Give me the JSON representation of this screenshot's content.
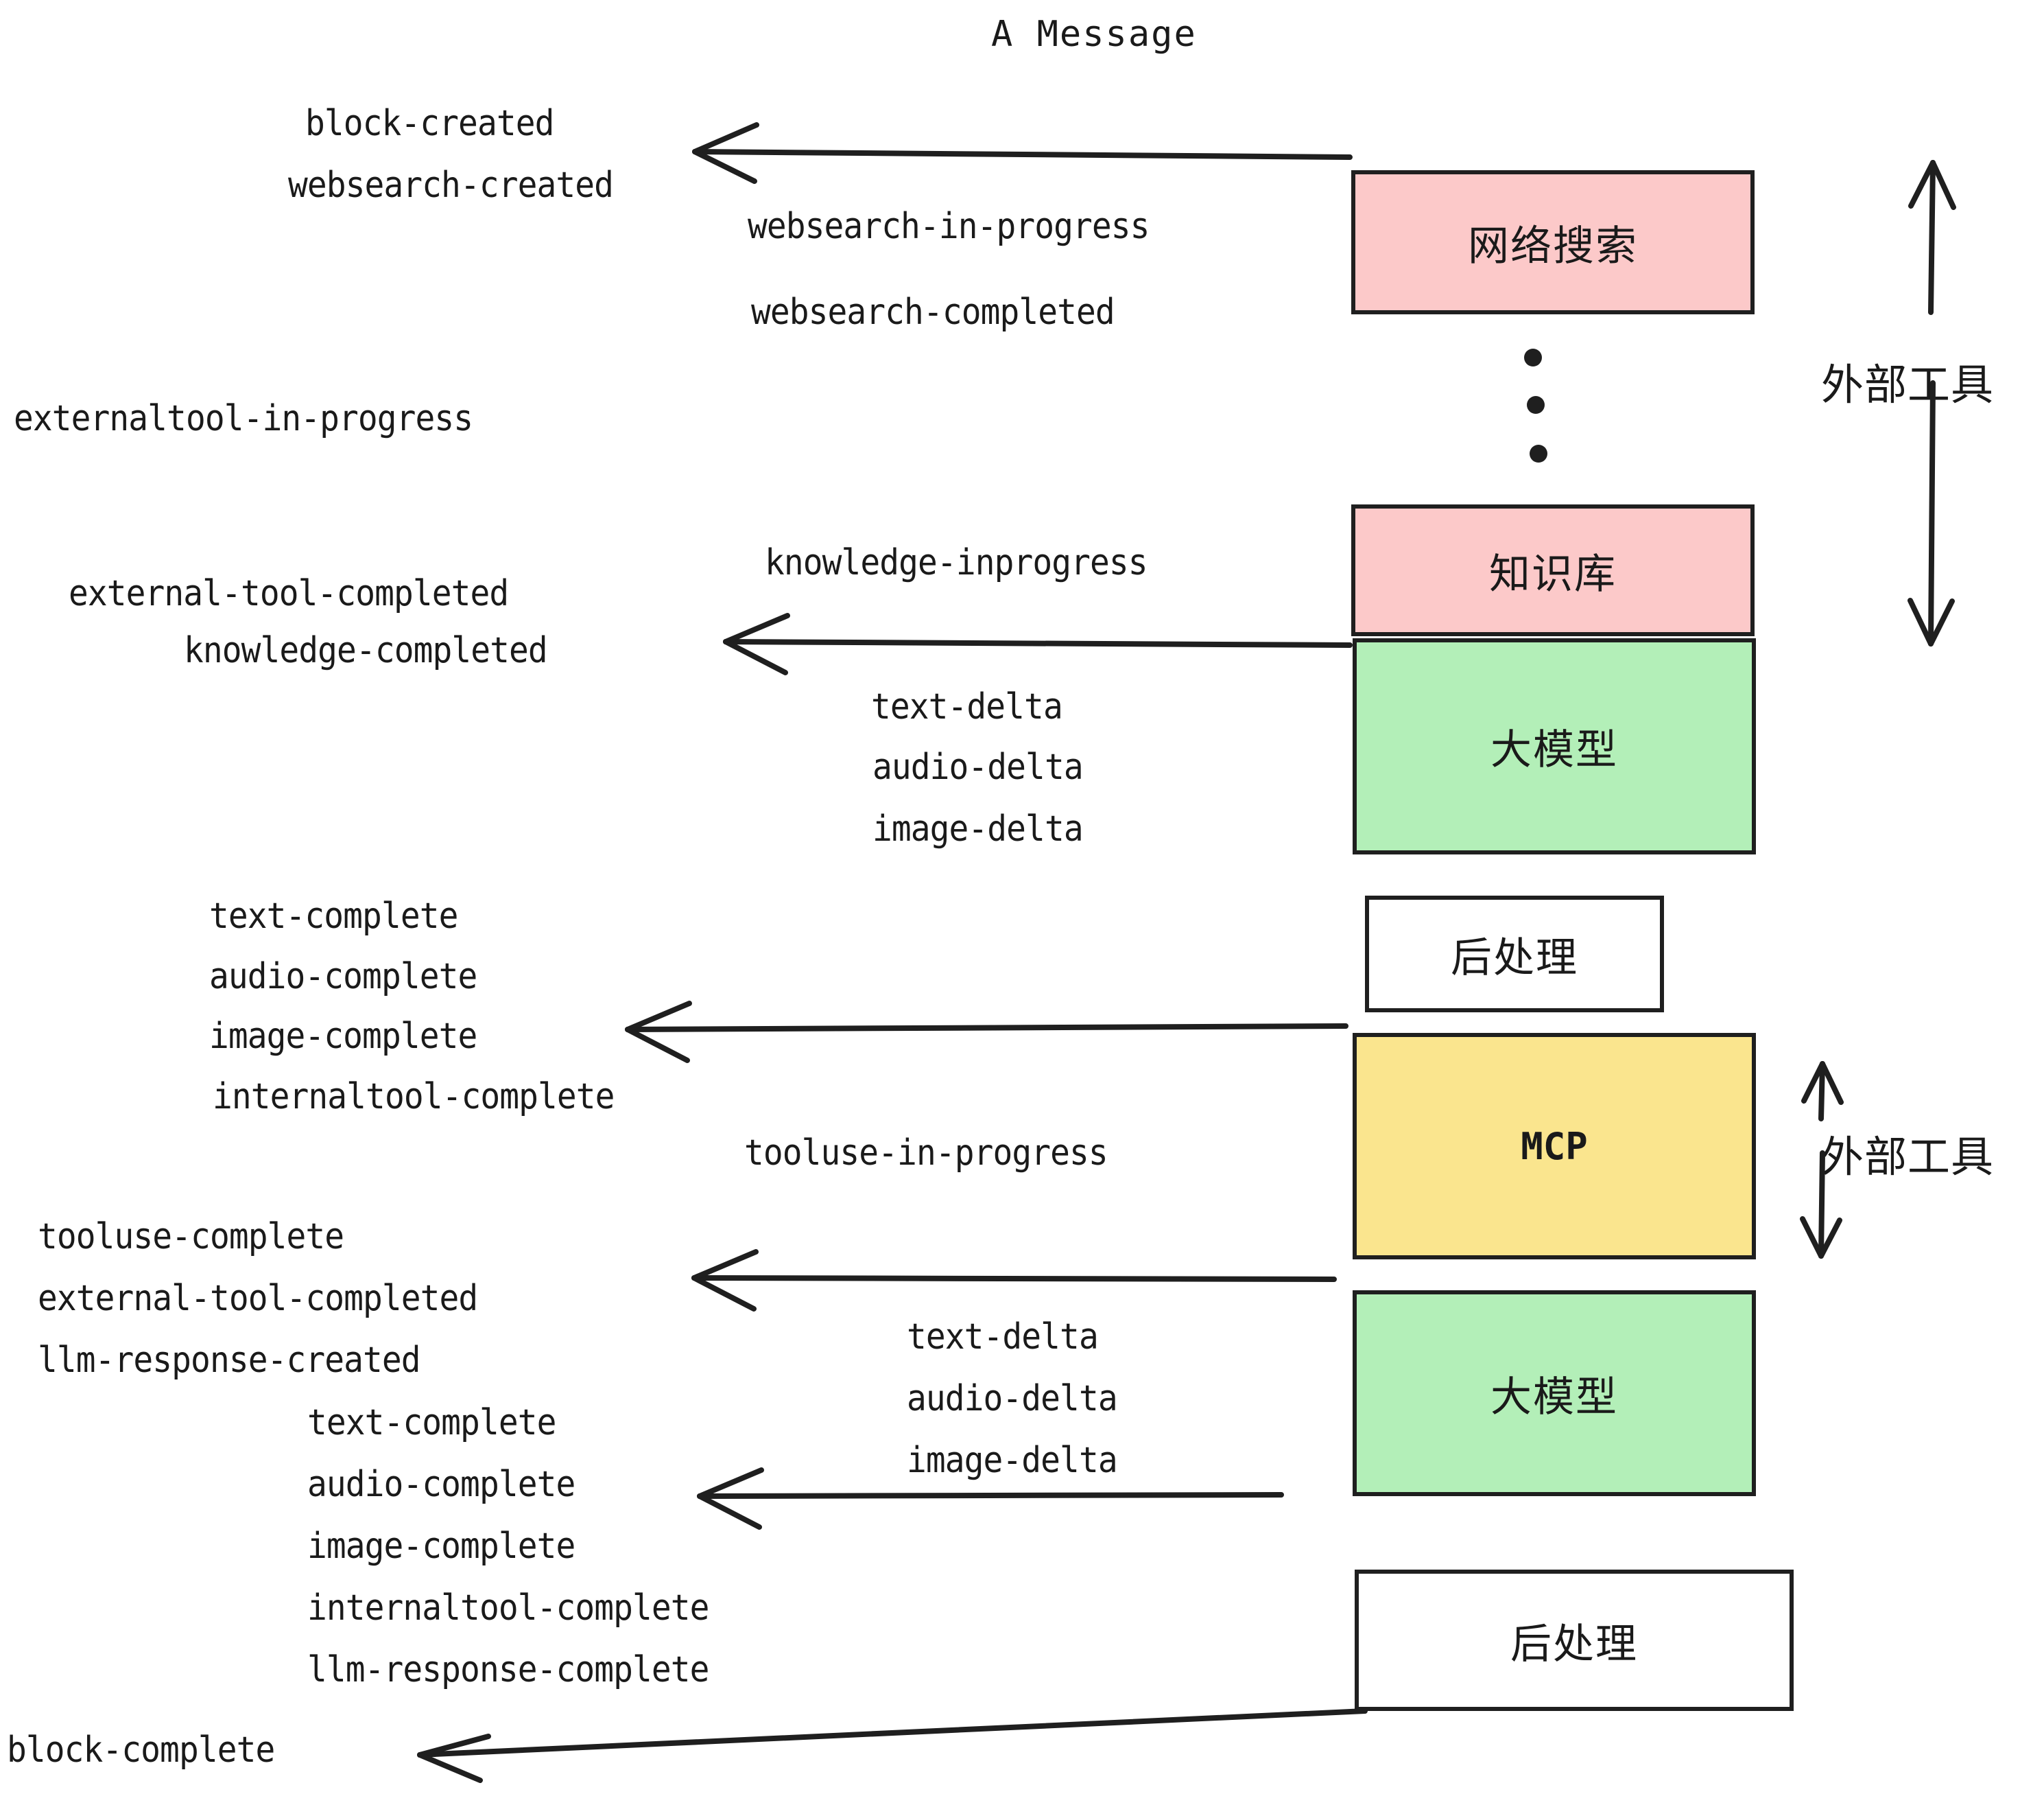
{
  "title": "A Message",
  "colors": {
    "pink": "#fcc9c9",
    "green": "#b3efb8",
    "yellow": "#fae58e",
    "white": "#ffffff",
    "stroke": "#1f1f1f",
    "text": "#1a1a1a"
  },
  "boxes": [
    {
      "name": "websearch-box",
      "label": "网络搜索",
      "fill": "pink",
      "mono": false
    },
    {
      "name": "knowledge-box",
      "label": "知识库",
      "fill": "pink",
      "mono": false
    },
    {
      "name": "llm-box-top",
      "label": "大模型",
      "fill": "green",
      "mono": false
    },
    {
      "name": "postprocess-box-top",
      "label": "后处理",
      "fill": "white",
      "mono": false
    },
    {
      "name": "mcp-box",
      "label": "MCP",
      "fill": "yellow",
      "mono": true
    },
    {
      "name": "llm-box-bottom",
      "label": "大模型",
      "fill": "green",
      "mono": false
    },
    {
      "name": "postprocess-box-bottom",
      "label": "后处理",
      "fill": "white",
      "mono": false
    }
  ],
  "side_labels": [
    {
      "name": "external-tool-label-top",
      "text": "外部工具"
    },
    {
      "name": "external-tool-label-bottom",
      "text": "外部工具"
    }
  ],
  "events": [
    {
      "name": "event-block-created",
      "text": "block-created"
    },
    {
      "name": "event-websearch-created",
      "text": "websearch-created"
    },
    {
      "name": "event-websearch-in-progress",
      "text": "websearch-in-progress"
    },
    {
      "name": "event-websearch-completed",
      "text": "websearch-completed"
    },
    {
      "name": "event-externaltool-in-progress",
      "text": "externaltool-in-progress"
    },
    {
      "name": "event-knowledge-inprogress",
      "text": "knowledge-inprogress"
    },
    {
      "name": "event-external-tool-completed-1",
      "text": "external-tool-completed"
    },
    {
      "name": "event-knowledge-completed",
      "text": "knowledge-completed"
    },
    {
      "name": "event-text-delta-1",
      "text": "text-delta"
    },
    {
      "name": "event-audio-delta-1",
      "text": "audio-delta"
    },
    {
      "name": "event-image-delta-1",
      "text": "image-delta"
    },
    {
      "name": "event-text-complete-1",
      "text": "text-complete"
    },
    {
      "name": "event-audio-complete-1",
      "text": "audio-complete"
    },
    {
      "name": "event-image-complete-1",
      "text": "image-complete"
    },
    {
      "name": "event-internaltool-complete-1",
      "text": "internaltool-complete"
    },
    {
      "name": "event-tooluse-in-progress",
      "text": "tooluse-in-progress"
    },
    {
      "name": "event-tooluse-complete",
      "text": "tooluse-complete"
    },
    {
      "name": "event-external-tool-completed-2",
      "text": "external-tool-completed"
    },
    {
      "name": "event-llm-response-created",
      "text": "llm-response-created"
    },
    {
      "name": "event-text-delta-2",
      "text": "text-delta"
    },
    {
      "name": "event-audio-delta-2",
      "text": "audio-delta"
    },
    {
      "name": "event-image-delta-2",
      "text": "image-delta"
    },
    {
      "name": "event-text-complete-2",
      "text": "text-complete"
    },
    {
      "name": "event-audio-complete-2",
      "text": "audio-complete"
    },
    {
      "name": "event-image-complete-2",
      "text": "image-complete"
    },
    {
      "name": "event-internaltool-complete-2",
      "text": "internaltool-complete"
    },
    {
      "name": "event-llm-response-complete",
      "text": "llm-response-complete"
    },
    {
      "name": "event-block-complete",
      "text": "block-complete"
    }
  ]
}
